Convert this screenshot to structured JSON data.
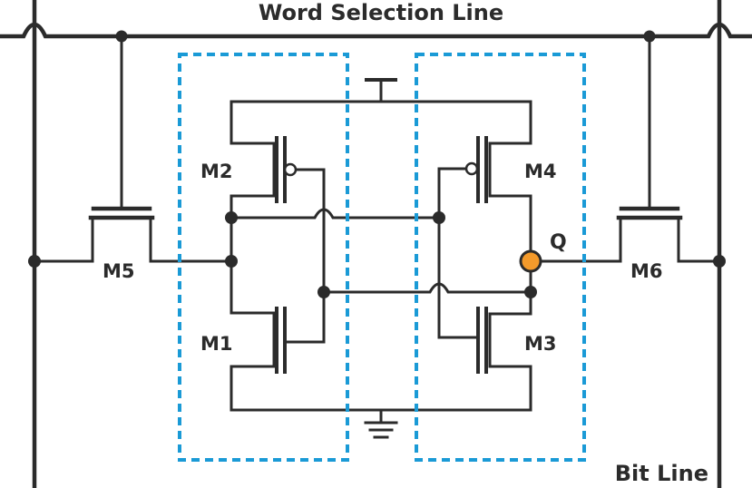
{
  "diagram": {
    "title": "Word Selection Line",
    "bit_line_label": "Bit Line",
    "output_node_label": "Q",
    "transistors": [
      {
        "id": "M1",
        "label": "M1",
        "type": "nmos"
      },
      {
        "id": "M2",
        "label": "M2",
        "type": "pmos"
      },
      {
        "id": "M3",
        "label": "M3",
        "type": "nmos"
      },
      {
        "id": "M4",
        "label": "M4",
        "type": "pmos"
      },
      {
        "id": "M5",
        "label": "M5",
        "type": "access"
      },
      {
        "id": "M6",
        "label": "M6",
        "type": "access"
      }
    ]
  },
  "colors": {
    "wire": "#2b2b2b",
    "inverter_box": "#1a9ad6",
    "q_node_fill": "#f39a2b",
    "q_node_stroke": "#2b2b2b"
  }
}
